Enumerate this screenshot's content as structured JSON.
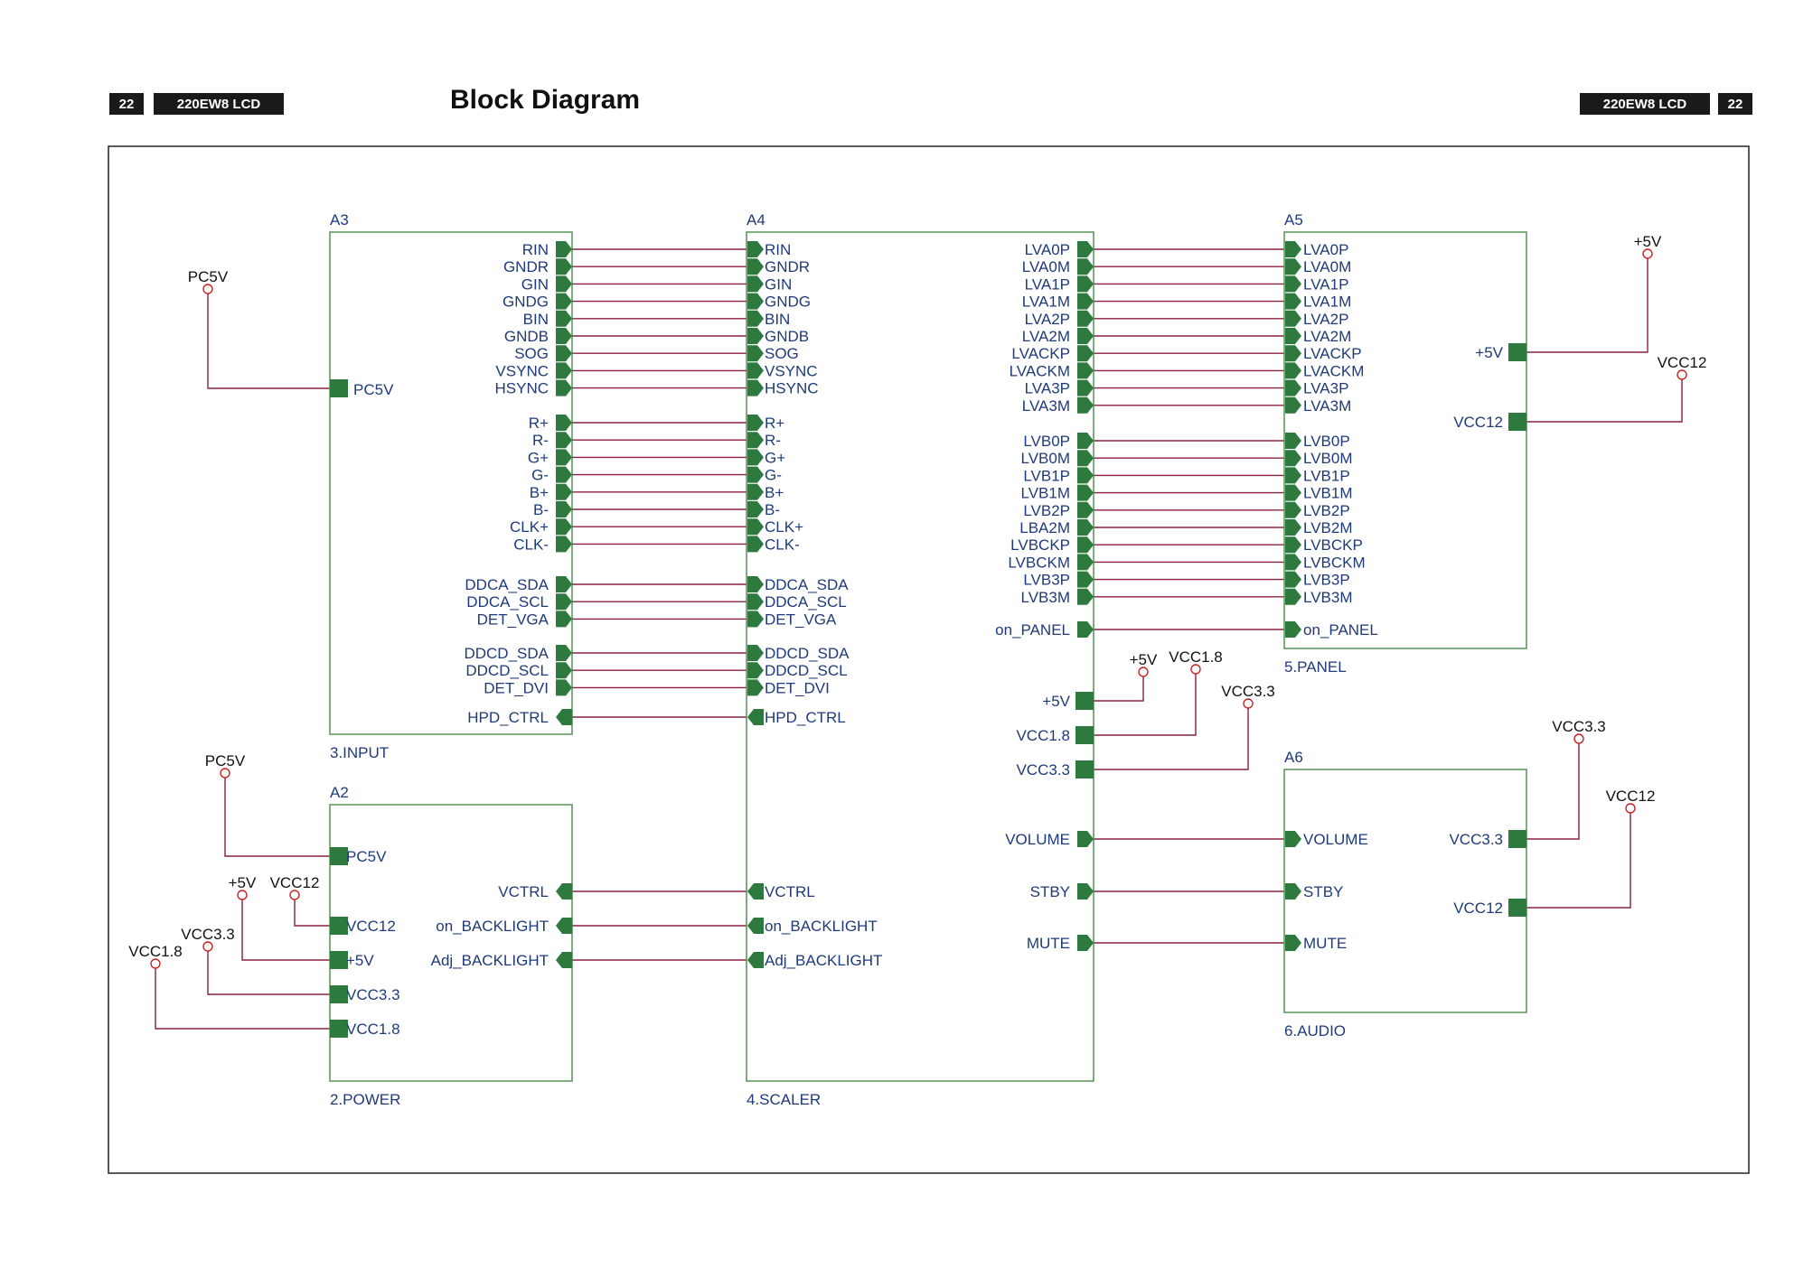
{
  "header": {
    "page_number": "22",
    "model": "220EW8 LCD",
    "title": "Block Diagram"
  },
  "colors": {
    "block_border": "#4a8a4a",
    "pin": "#2e7a3e",
    "wire": "#8a2040",
    "label": "#1f3a7a",
    "power_marker": "#cc2222",
    "frame": "#222222"
  },
  "blocks": {
    "input": {
      "ref": "A3",
      "name": "3.INPUT"
    },
    "scaler": {
      "ref": "A4",
      "name": "4.SCALER"
    },
    "panel": {
      "ref": "A5",
      "name": "5.PANEL"
    },
    "power": {
      "ref": "A2",
      "name": "2.POWER"
    },
    "audio": {
      "ref": "A6",
      "name": "6.AUDIO"
    }
  },
  "input_signals": [
    "RIN",
    "GNDR",
    "GIN",
    "GNDG",
    "BIN",
    "GNDB",
    "SOG",
    "VSYNC",
    "HSYNC",
    "R+",
    "R-",
    "G+",
    "G-",
    "B+",
    "B-",
    "CLK+",
    "CLK-",
    "DDCA_SDA",
    "DDCA_SCL",
    "DET_VGA",
    "DDCD_SDA",
    "DDCD_SCL",
    "DET_DVI",
    "HPD_CTRL"
  ],
  "input_pins": {
    "pc5v": "PC5V"
  },
  "panel_signals": [
    "LVA0P",
    "LVA0M",
    "LVA1P",
    "LVA1M",
    "LVA2P",
    "LVA2M",
    "LVACKP",
    "LVACKM",
    "LVA3P",
    "LVA3M",
    "LVB0P",
    "LVB0M",
    "LVB1P",
    "LVB1M",
    "LVB2P",
    "LVB2M",
    "LVBCKP",
    "LVBCKM",
    "LVB3P",
    "LVB3M",
    "on_PANEL"
  ],
  "panel_signals_scaler_side": [
    "LVA0P",
    "LVA0M",
    "LVA1P",
    "LVA1M",
    "LVA2P",
    "LVA2M",
    "LVACKP",
    "LVACKM",
    "LVA3P",
    "LVA3M",
    "LVB0P",
    "LVB0M",
    "LVB1P",
    "LVB1M",
    "LVB2P",
    "LBA2M",
    "LVBCKP",
    "LVBCKM",
    "LVB3P",
    "LVB3M",
    "on_PANEL"
  ],
  "scaler_power_pins": [
    "+5V",
    "VCC1.8",
    "VCC3.3"
  ],
  "scaler_power_rails": [
    "+5V",
    "VCC1.8",
    "VCC3.3"
  ],
  "audio_signals": [
    "VOLUME",
    "STBY",
    "MUTE"
  ],
  "power_signals": [
    "VCTRL",
    "on_BACKLIGHT",
    "Adj_BACKLIGHT"
  ],
  "power_block_pins": [
    "PC5V",
    "VCC12",
    "+5V",
    "VCC3.3",
    "VCC1.8"
  ],
  "power_block_rails": [
    "PC5V",
    "VCC12",
    "+5V",
    "VCC3.3",
    "VCC1.8"
  ],
  "panel_power_pins": [
    "+5V",
    "VCC12"
  ],
  "panel_power_rails": [
    "+5V",
    "VCC12"
  ],
  "audio_power_pins": [
    "VCC3.3",
    "VCC12"
  ],
  "audio_power_rails": [
    "VCC3.3",
    "VCC12"
  ],
  "input_power_rail": "PC5V"
}
